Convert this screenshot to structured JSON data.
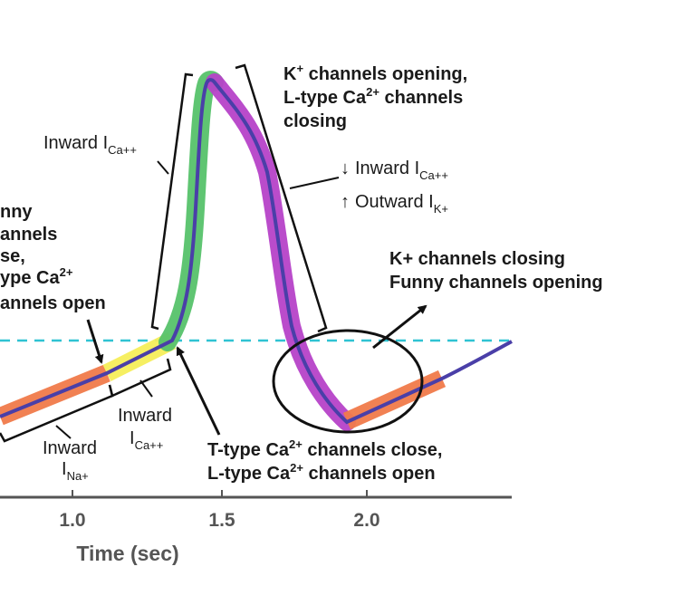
{
  "colors": {
    "sodium": "#f07a4a",
    "calcium_ttype": "#f5ee5a",
    "calcium_ltype": "#56c26a",
    "potassium": "#b642c8",
    "trace": "#4a3fa8",
    "threshold": "#2fc3d2",
    "bracket": "#111111",
    "axis": "#555555"
  },
  "x_axis": {
    "title": "Time (sec)",
    "ticks": [
      "1.0",
      "1.5",
      "2.0"
    ]
  },
  "annotations": {
    "funny_open": {
      "lines": [
        "nny",
        "annels",
        "se,",
        "ype Ca",
        "annels open"
      ],
      "ca_sup": "2+"
    },
    "inward_ca_upstroke": {
      "label": "Inward I",
      "sub": "Ca++"
    },
    "k_opening": {
      "line1_a": "K",
      "line1_sup": "+",
      "line1_b": " channels opening,",
      "line2_a": "L-type Ca",
      "line2_sup": "2+",
      "line2_b": " channels",
      "line3": "closing"
    },
    "down_inward": {
      "arrow": "↓",
      "label": "Inward I",
      "sub": "Ca++"
    },
    "up_outward": {
      "arrow": "↑",
      "label": "Outward I",
      "sub": "K+"
    },
    "k_closing": {
      "line1": "K+ channels closing",
      "line2": "Funny channels opening"
    },
    "inward_ca_slow": {
      "label": "Inward",
      "sub_prefix": "I",
      "sub": "Ca++"
    },
    "inward_na": {
      "label": "Inward",
      "sub_prefix": "I",
      "sub": "Na+"
    },
    "ttype_close": {
      "line1_a": "T-type Ca",
      "line1_sup": "2+",
      "line1_b": " channels close,",
      "line2_a": "L-type Ca",
      "line2_sup": "2+",
      "line2_b": " channels open"
    }
  }
}
